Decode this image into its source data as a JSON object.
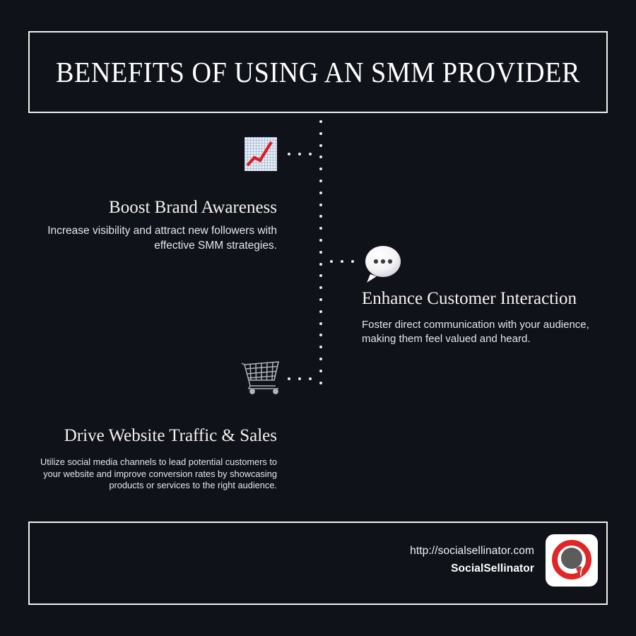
{
  "page": {
    "background_color": "#10121a",
    "border_color": "#f2f0ec",
    "accent_red": "#e02626",
    "text_color": "#f2f2f4"
  },
  "header": {
    "title": "BENEFITS OF USING AN SMM PROVIDER"
  },
  "blocks": [
    {
      "icon": "line-chart-icon",
      "heading": "Boost Brand Awareness",
      "body": "Increase visibility and attract new followers with effective SMM strategies."
    },
    {
      "icon": "speech-bubble-icon",
      "heading": "Enhance Customer Interaction",
      "body": "Foster direct communication with your audience, making them feel valued and heard."
    },
    {
      "icon": "shopping-cart-icon",
      "heading": "Drive Website Traffic & Sales",
      "body": "Utilize social media channels to lead potential customers to your website and improve conversion rates by showcasing products or services to the right audience."
    }
  ],
  "footer": {
    "url": "http://socialsellinator.com",
    "brand": "SocialSellinator",
    "logo_name": "socialsellinator-logo"
  }
}
